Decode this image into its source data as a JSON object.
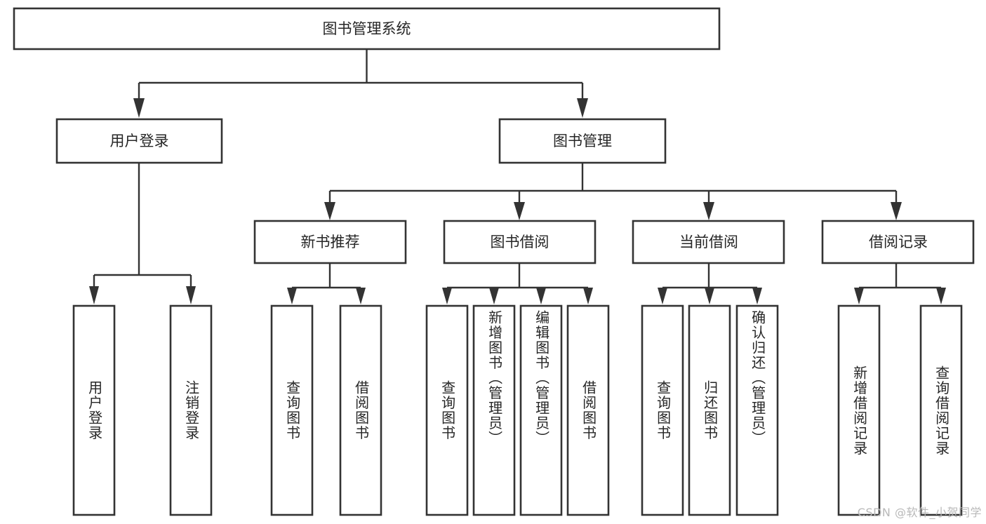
{
  "diagram": {
    "type": "tree-hierarchy",
    "title": "图书管理系统",
    "orientation": "top-down",
    "colors": {
      "box_fill": "#ffffff",
      "box_stroke": "#333333",
      "text": "#262626",
      "watermark": "#b9b9b9",
      "background": "#ffffff"
    },
    "root": {
      "label": "图书管理系统",
      "level": 1
    },
    "level2": [
      {
        "label": "用户登录"
      },
      {
        "label": "图书管理"
      }
    ],
    "level3": [
      {
        "label": "新书推荐"
      },
      {
        "label": "图书借阅"
      },
      {
        "label": "当前借阅"
      },
      {
        "label": "借阅记录"
      }
    ],
    "leaves": {
      "用户登录": [
        "用户登录",
        "注销登录"
      ],
      "新书推荐": [
        "查询图书",
        "借阅图书"
      ],
      "图书借阅": [
        "查询图书",
        "新增图书（管理员）",
        "编辑图书（管理员）",
        "借阅图书"
      ],
      "当前借阅": [
        "查询图书",
        "归还图书",
        "确认归还（管理员）"
      ],
      "借阅记录": [
        "新增借阅记录",
        "查询借阅记录"
      ]
    },
    "leaf_list": [
      "用户登录",
      "注销登录",
      "查询图书",
      "借阅图书",
      "查询图书",
      "新增图书（管理员）",
      "编辑图书（管理员）",
      "借阅图书",
      "查询图书",
      "归还图书",
      "确认归还（管理员）",
      "新增借阅记录",
      "查询借阅记录"
    ]
  },
  "watermark": {
    "text": "CSDN @软件_小贺同学"
  }
}
